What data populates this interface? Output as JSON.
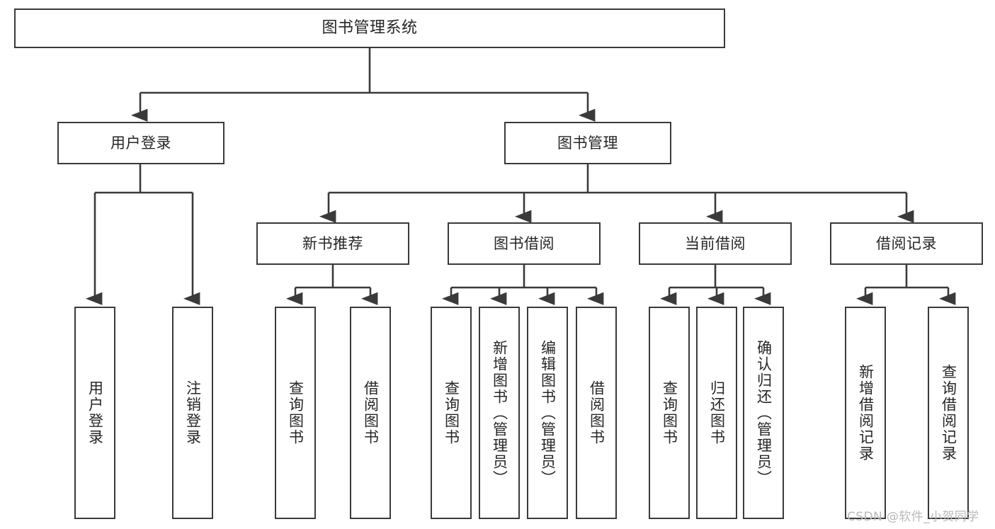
{
  "diagram": {
    "title": "图书管理系统",
    "type": "tree-hierarchy",
    "levels": 4,
    "nodes": {
      "root": {
        "label": "图书管理系统"
      },
      "level2": [
        {
          "id": "user-login",
          "label": "用户登录"
        },
        {
          "id": "book-management",
          "label": "图书管理"
        }
      ],
      "level3": [
        {
          "id": "new-book-recommend",
          "label": "新书推荐",
          "parent": "book-management"
        },
        {
          "id": "book-borrow",
          "label": "图书借阅",
          "parent": "book-management"
        },
        {
          "id": "current-borrow",
          "label": "当前借阅",
          "parent": "book-management"
        },
        {
          "id": "borrow-record",
          "label": "借阅记录",
          "parent": "book-management"
        }
      ],
      "leaves": [
        {
          "id": "leaf-user-login",
          "label": "用户登录",
          "parent": "user-login"
        },
        {
          "id": "leaf-logout-login",
          "label": "注销登录",
          "parent": "user-login"
        },
        {
          "id": "leaf-query-book-1",
          "label": "查询图书",
          "parent": "new-book-recommend"
        },
        {
          "id": "leaf-borrow-book-1",
          "label": "借阅图书",
          "parent": "new-book-recommend"
        },
        {
          "id": "leaf-query-book-2",
          "label": "查询图书",
          "parent": "book-borrow"
        },
        {
          "id": "leaf-add-book",
          "label": "新增图书（管理员）",
          "parent": "book-borrow"
        },
        {
          "id": "leaf-edit-book",
          "label": "编辑图书（管理员）",
          "parent": "book-borrow"
        },
        {
          "id": "leaf-borrow-book-2",
          "label": "借阅图书",
          "parent": "book-borrow"
        },
        {
          "id": "leaf-query-book-3",
          "label": "查询图书",
          "parent": "current-borrow"
        },
        {
          "id": "leaf-return-book",
          "label": "归还图书",
          "parent": "current-borrow"
        },
        {
          "id": "leaf-confirm-return",
          "label": "确认归还（管理员）",
          "parent": "current-borrow"
        },
        {
          "id": "leaf-add-record",
          "label": "新增借阅记录",
          "parent": "borrow-record"
        },
        {
          "id": "leaf-query-record",
          "label": "查询借阅记录",
          "parent": "borrow-record"
        }
      ]
    },
    "watermark": "CSDN @软件_小贺同学",
    "colors": {
      "stroke": "#3a3a3a",
      "fill": "#ffffff",
      "text": "#262626",
      "watermark": "#b9b9b9"
    }
  }
}
